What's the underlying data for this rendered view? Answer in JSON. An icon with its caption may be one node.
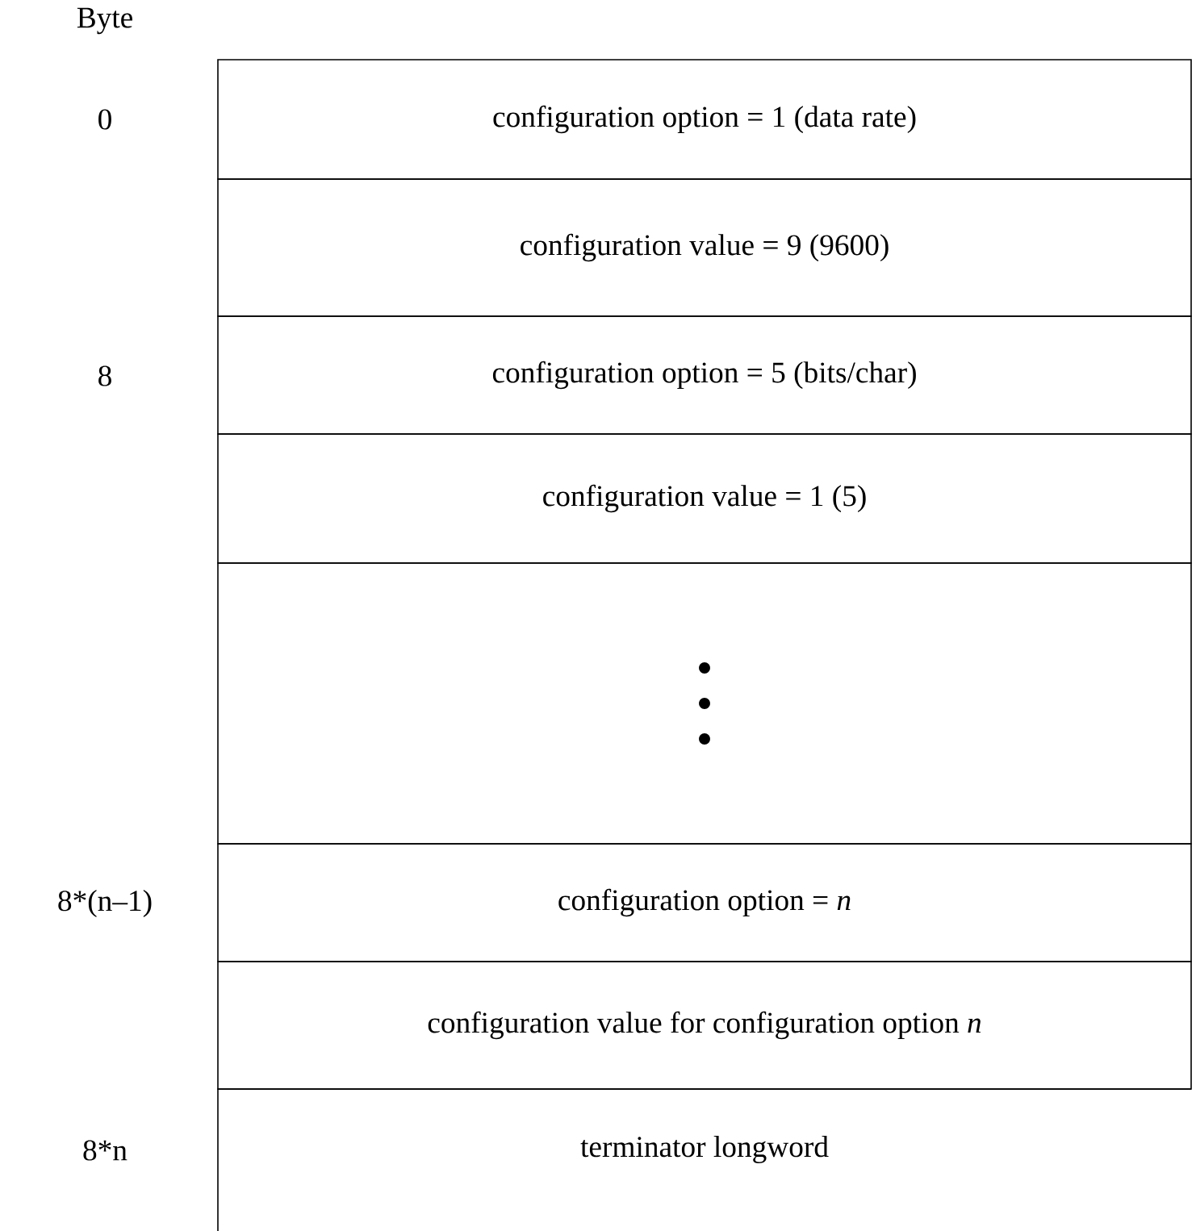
{
  "diagram": {
    "nodes": [
      {
        "text": [
          "configuration option = 1 (data rate)"
        ]
      },
      {
        "text": [
          "configuration value = 9 (9600)"
        ]
      },
      {
        "text": [
          "configuration option = 5 (bits/char)"
        ]
      },
      {
        "text": [
          "configuration value = 1 (5)"
        ]
      },
      {
        "text": [],
        "shape": "box"
      },
      {
        "text": [
          "configuration option = *n*"
        ]
      },
      {
        "text": [
          "configuration value for configuration option *n*"
        ]
      },
      {
        "text": [
          "terminator longword"
        ]
      }
    ],
    "labels": [
      "Byte",
      "0",
      "8",
      "8*(n–1)",
      "8*n"
    ]
  }
}
